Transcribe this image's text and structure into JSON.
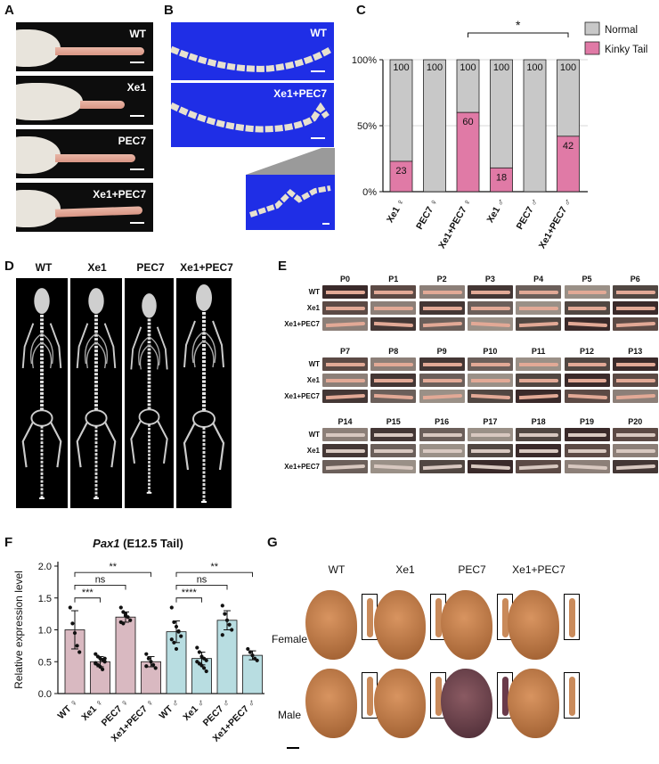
{
  "panels": {
    "a": "A",
    "b": "B",
    "c": "C",
    "d": "D",
    "e": "E",
    "f": "F",
    "g": "G"
  },
  "panelA": {
    "labels": [
      "WT",
      "Xe1",
      "PEC7",
      "Xe1+PEC7"
    ]
  },
  "panelB": {
    "labels": [
      "WT",
      "Xe1+PEC7"
    ]
  },
  "panelD": {
    "labels": [
      "WT",
      "Xe1",
      "PEC7",
      "Xe1+PEC7"
    ]
  },
  "panelE": {
    "rows": [
      "WT",
      "Xe1",
      "Xe1+PEC7"
    ],
    "blocks": [
      [
        "P0",
        "P1",
        "P2",
        "P3",
        "P4",
        "P5",
        "P6"
      ],
      [
        "P7",
        "P8",
        "P9",
        "P10",
        "P11",
        "P12",
        "P13"
      ],
      [
        "P14",
        "P15",
        "P16",
        "P17",
        "P18",
        "P19",
        "P20"
      ]
    ]
  },
  "panelG": {
    "columns": [
      "WT",
      "Xe1",
      "PEC7",
      "Xe1+PEC7"
    ],
    "rows": [
      "Female",
      "Male"
    ]
  },
  "colors": {
    "normal": "#c8c8c8",
    "kinky": "#e07aa6",
    "female_bar": "#d9b9c1",
    "male_bar": "#b8dde1",
    "xray_blue": "#1f2ee6"
  },
  "chart_data": [
    {
      "type": "bar",
      "panel": "C",
      "stacked": true,
      "categories": [
        "Xe1 ♀",
        "PEC7 ♀",
        "Xe1+PEC7 ♀",
        "Xe1 ♂",
        "PEC7 ♂",
        "Xe1+PEC7 ♂"
      ],
      "series": [
        {
          "name": "Normal",
          "values": [
            77,
            100,
            40,
            82,
            100,
            58
          ]
        },
        {
          "name": "Kinky Tail",
          "values": [
            23,
            0,
            60,
            18,
            0,
            42
          ]
        }
      ],
      "top_labels": [
        "100",
        "100",
        "100",
        "100",
        "100",
        "100"
      ],
      "kinky_labels": [
        "23",
        "",
        "60",
        "18",
        "",
        "42"
      ],
      "yticks": [
        "0%",
        "50%",
        "100%"
      ],
      "ylim": [
        0,
        100
      ],
      "significance": [
        {
          "from": 2,
          "to": 5,
          "label": "*"
        }
      ],
      "legend": "top-right"
    },
    {
      "type": "bar",
      "panel": "F",
      "title_italic": "Pax1",
      "title_rest": " (E12.5 Tail)",
      "ylabel": "Relative expression level",
      "categories": [
        "WT ♀",
        "Xe1 ♀",
        "PEC7 ♀",
        "Xe1+PEC7 ♀",
        "WT ♂",
        "Xe1 ♂",
        "PEC7 ♂",
        "Xe1+PEC7 ♂"
      ],
      "values": [
        1.0,
        0.5,
        1.2,
        0.5,
        0.97,
        0.55,
        1.15,
        0.6
      ],
      "errors": [
        0.3,
        0.08,
        0.08,
        0.08,
        0.17,
        0.1,
        0.15,
        0.07
      ],
      "points": [
        [
          1.35,
          1.1,
          0.95,
          0.75,
          0.65
        ],
        [
          0.62,
          0.58,
          0.55,
          0.53,
          0.5,
          0.48,
          0.45,
          0.42,
          0.38,
          0.55,
          0.47
        ],
        [
          1.35,
          1.28,
          1.22,
          1.2,
          1.15,
          1.12,
          1.1,
          1.25
        ],
        [
          0.62,
          0.55,
          0.5,
          0.45,
          0.4,
          0.43
        ],
        [
          1.35,
          1.12,
          1.05,
          0.98,
          0.9,
          0.85,
          0.8,
          0.7,
          0.97
        ],
        [
          0.72,
          0.65,
          0.58,
          0.55,
          0.52,
          0.5,
          0.47,
          0.44,
          0.4,
          0.35
        ],
        [
          1.38,
          1.25,
          1.15,
          1.08,
          1.0,
          0.92
        ],
        [
          0.7,
          0.65,
          0.6,
          0.55,
          0.52
        ]
      ],
      "yticks": [
        "0.0",
        "0.5",
        "1.0",
        "1.5",
        "2.0"
      ],
      "ylim": [
        0,
        2.0
      ],
      "significance": [
        {
          "from": 0,
          "to": 1,
          "label": "***",
          "y": 1.5
        },
        {
          "from": 0,
          "to": 2,
          "label": "ns",
          "y": 1.7
        },
        {
          "from": 0,
          "to": 3,
          "label": "**",
          "y": 1.9
        },
        {
          "from": 4,
          "to": 5,
          "label": "****",
          "y": 1.5
        },
        {
          "from": 4,
          "to": 6,
          "label": "ns",
          "y": 1.7
        },
        {
          "from": 4,
          "to": 7,
          "label": "**",
          "y": 1.9
        }
      ]
    }
  ]
}
